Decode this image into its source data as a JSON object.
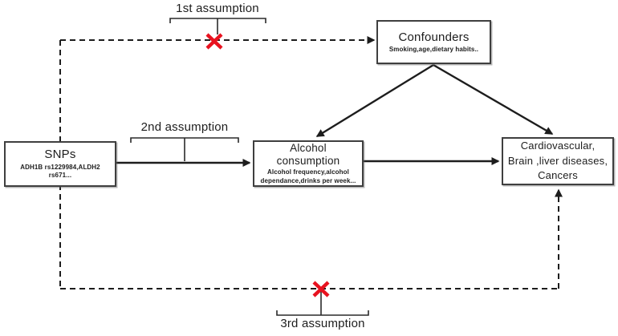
{
  "diagram": {
    "labels": {
      "assumption1": "1st assumption",
      "assumption2": "2nd assumption",
      "assumption3": "3rd assumption"
    },
    "nodes": {
      "snps": {
        "title": "SNPs",
        "subtitle": "ADH1B rs1229984,ALDH2 rs671..."
      },
      "confounders": {
        "title": "Confounders",
        "subtitle": "Smoking,age,dietary habits.."
      },
      "exposure": {
        "title": "Alcohol consumption",
        "subtitle": "Alcohol frequency,alcohol dependance,drinks per week..."
      },
      "outcomes": {
        "lines": [
          "Cardiovascular,",
          "Brain ,liver diseases,",
          "Cancers"
        ]
      }
    },
    "colors": {
      "line": "#1d1d1d",
      "cross": "#e8121f",
      "box_border": "#3f3f3f",
      "box_fill": "#ffffff"
    }
  }
}
